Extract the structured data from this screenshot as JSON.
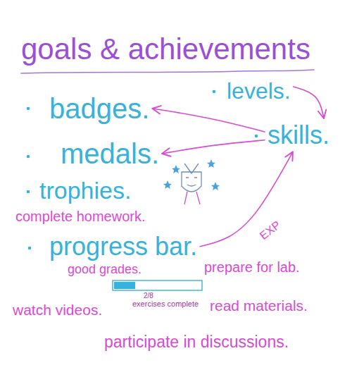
{
  "diagram": {
    "title": "goals & achievements",
    "nodes": [
      {
        "text": [
          "badges."
        ]
      },
      {
        "text": [
          "levels."
        ]
      },
      {
        "text": [
          "medals."
        ]
      },
      {
        "text": [
          "skills."
        ]
      },
      {
        "text": [
          "trophies."
        ]
      },
      {
        "text": [
          "progress bar."
        ]
      }
    ],
    "edges": [
      {
        "from": 1,
        "to": 3,
        "arrow": "to"
      },
      {
        "from": 3,
        "to": 0,
        "arrow": "to"
      },
      {
        "from": 3,
        "to": 2,
        "arrow": "to"
      },
      {
        "from": 5,
        "to": 3,
        "arrow": "to",
        "label": "EXP"
      }
    ],
    "labels": [
      "complete homework.",
      "good grades.",
      "prepare for lab.",
      "watch videos.",
      "read materials.",
      "participate in discussions.",
      "2/8",
      "exercises complete"
    ]
  }
}
